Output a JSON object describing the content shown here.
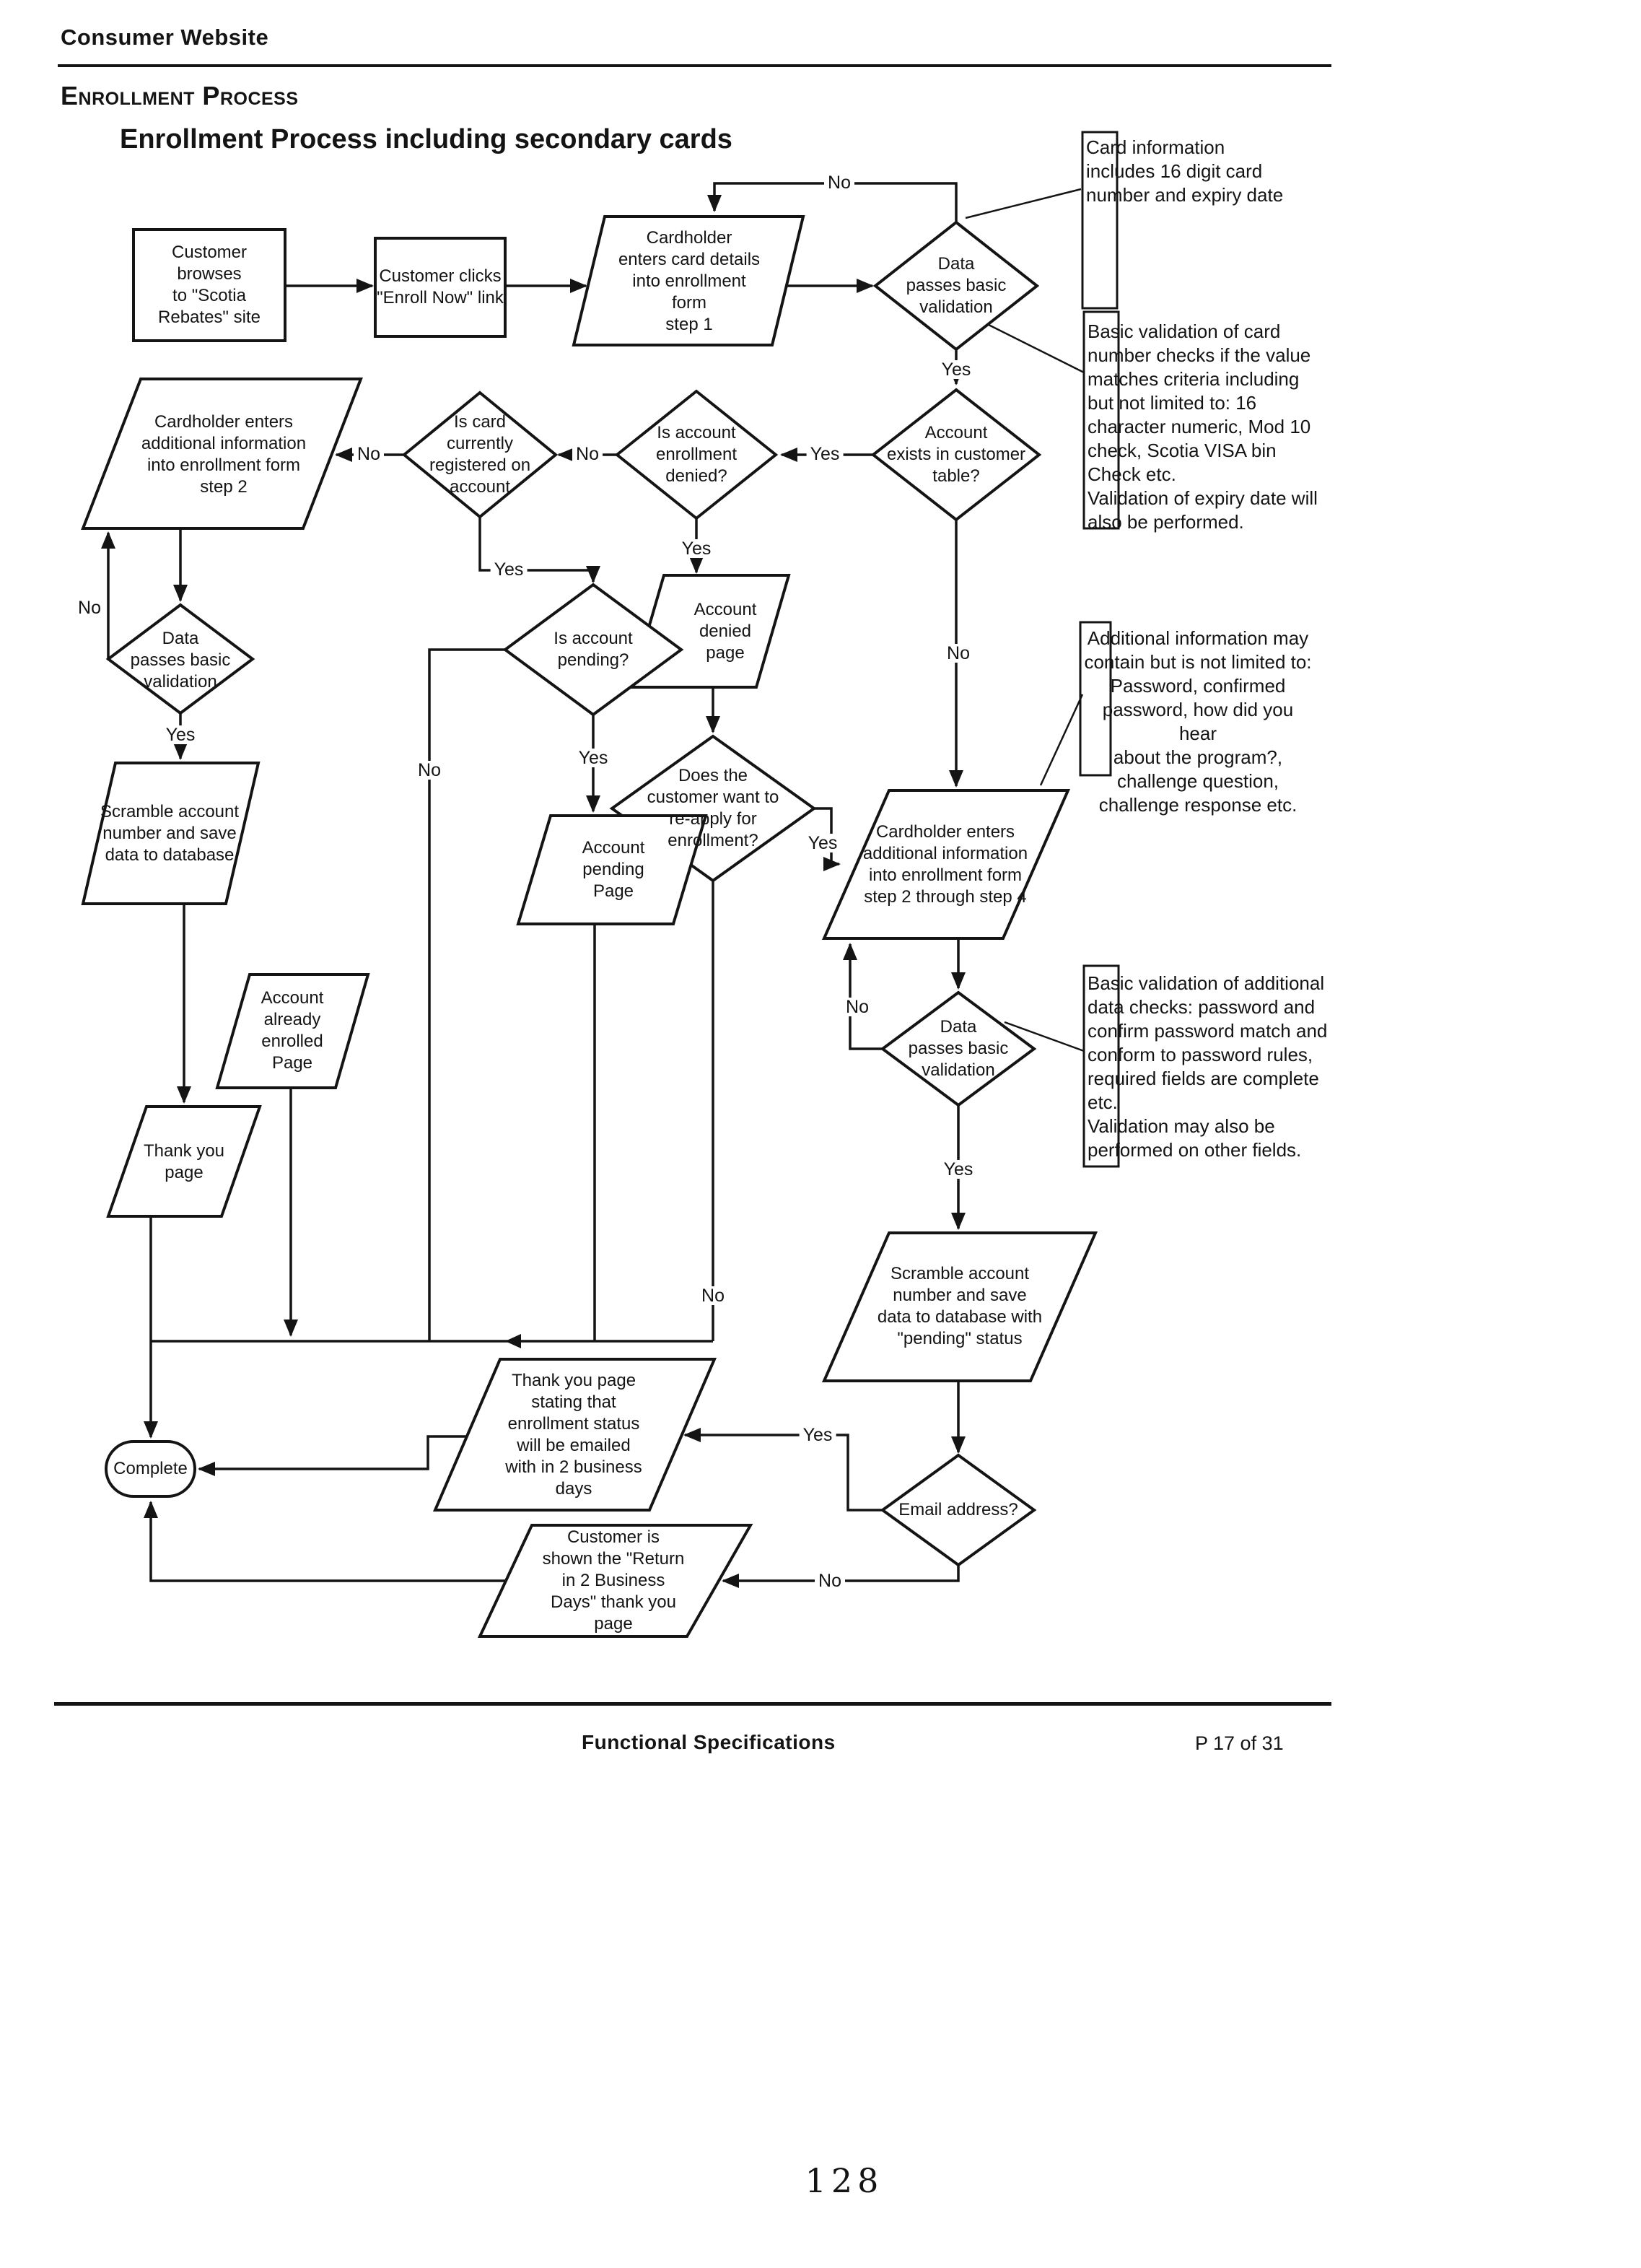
{
  "doc": {
    "section": "Consumer Website",
    "process_heading": "Enrollment Process",
    "title": "Enrollment Process including secondary cards",
    "footer": {
      "doc_title": "Functional Specifications",
      "page_ref": "P 17 of 31",
      "page_number": "128"
    }
  },
  "labels": {
    "yes": "Yes",
    "no": "No"
  },
  "nodes": {
    "customer_browses": {
      "label": "Customer browses\nto \"Scotia\nRebates\" site"
    },
    "customer_clicks": {
      "label": "Customer clicks\n\"Enroll Now\" link"
    },
    "enter_card_details": {
      "label": "Cardholder\nenters card details\ninto enrollment form\nstep 1"
    },
    "validate1": {
      "label": "Data\npasses basic\nvalidation"
    },
    "account_exists": {
      "label": "Account\nexists in customer\ntable?"
    },
    "enrollment_denied": {
      "label": "Is account\nenrollment\ndenied?"
    },
    "card_registered": {
      "label": "Is card\ncurrently\nregistered on\naccount"
    },
    "enter_info_step2": {
      "label": "Cardholder enters\nadditional information\ninto enrollment form\nstep 2"
    },
    "account_denied_page": {
      "label": "Account\ndenied\npage"
    },
    "account_pending": {
      "label": "Is account\npending?"
    },
    "validate2": {
      "label": "Data\npasses basic\nvalidation"
    },
    "enter_info_step2_4": {
      "label": "Cardholder enters\nadditional information\ninto enrollment form\nstep 2  through  step 4"
    },
    "reapply": {
      "label": "Does the\ncustomer want to\nre-apply for\nenrollment?"
    },
    "account_pending_page": {
      "label": "Account\npending\nPage"
    },
    "account_already_enrolled_page": {
      "label": "Account\nalready\nenrolled\nPage"
    },
    "scramble_save": {
      "label": "Scramble account\nnumber and save\ndata to database"
    },
    "thank_you_page": {
      "label": "Thank you\npage"
    },
    "validate3": {
      "label": "Data\npasses basic\nvalidation"
    },
    "scramble_save_pending": {
      "label": "Scramble account\nnumber and save\ndata to database with\n\"pending\" status"
    },
    "email_address": {
      "label": "Email address?"
    },
    "thank_you_email_page": {
      "label": "Thank you page\nstating that\nenrollment status\nwill be emailed\nwith in 2 business\ndays"
    },
    "return_2days_page": {
      "label": "Customer is\nshown the \"Return\nin 2 Business\nDays\" thank you\npage"
    },
    "complete": {
      "label": "Complete"
    }
  },
  "annotations": {
    "card_info": {
      "text": "Card information\nincludes 16 digit card\nnumber and expiry date"
    },
    "basic_validation_card": {
      "text": "Basic validation of card\nnumber checks if the value\nmatches criteria including\nbut not limited to: 16\ncharacter numeric, Mod 10\ncheck, Scotia VISA bin\nCheck etc.\nValidation of expiry date will\nalso be performed."
    },
    "additional_info": {
      "text": "Additional information may\ncontain but is not limited to:\nPassword, confirmed\npassword, how did you hear\nabout the program?,\nchallenge question,\nchallenge response etc."
    },
    "basic_validation_additional": {
      "text": "Basic validation of additional\ndata checks: password and\nconfirm password match and\nconform to password rules,\nrequired fields are complete\netc.\nValidation may also be\nperformed on other fields."
    }
  }
}
